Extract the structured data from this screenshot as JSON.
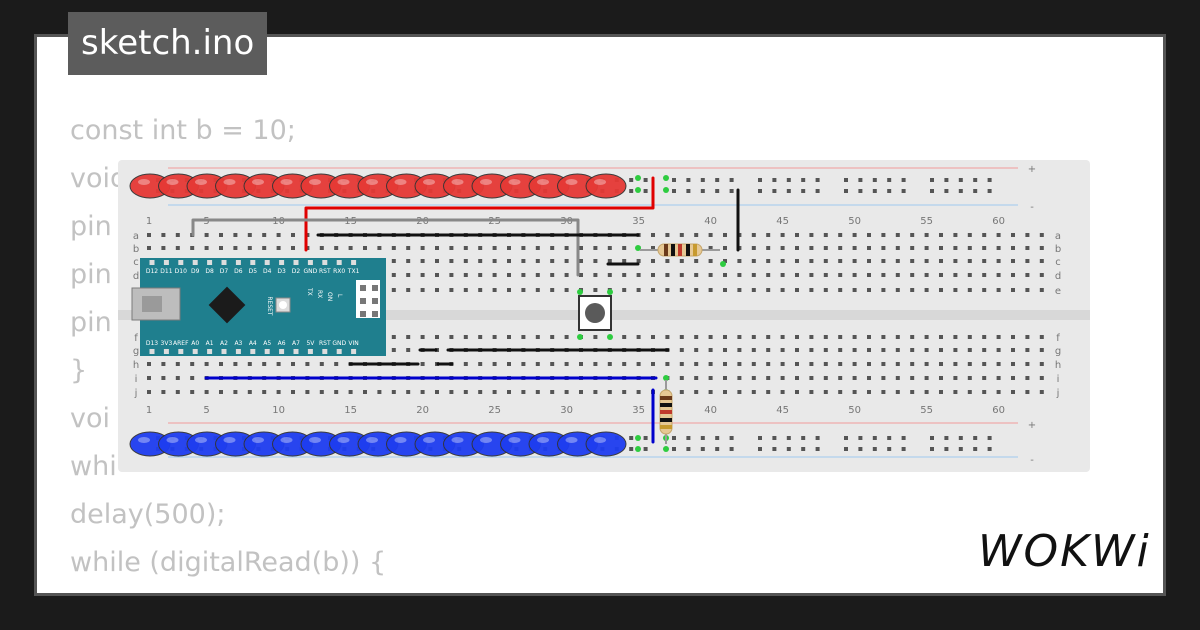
{
  "window": {
    "title": "sketch.ino"
  },
  "code_lines": [
    "const int b = 10;",
    "void",
    "pin",
    "pin",
    "pin",
    "}",
    "voi",
    "whi",
    "delay(500);",
    "while (digitalRead(b)) {"
  ],
  "logo": {
    "text": "WOKWi"
  },
  "breadboard": {
    "column_numbers": [
      "1",
      "5",
      "10",
      "15",
      "20",
      "25",
      "30",
      "35",
      "40",
      "45",
      "50",
      "55",
      "60"
    ],
    "row_letters_top": [
      "a",
      "b",
      "c",
      "d",
      "e"
    ],
    "row_letters_bottom": [
      "f",
      "g",
      "h",
      "i",
      "j"
    ],
    "rail_plus": "+",
    "rail_minus": "-"
  },
  "arduino": {
    "top_pins": [
      "D12",
      "D11",
      "D10",
      "D9",
      "D8",
      "D7",
      "D6",
      "D5",
      "D4",
      "D3",
      "D2",
      "GND",
      "RST",
      "RX0",
      "TX1"
    ],
    "bottom_pins": [
      "D13",
      "3V3",
      "AREF",
      "A0",
      "A1",
      "A2",
      "A3",
      "A4",
      "A5",
      "A6",
      "A7",
      "5V",
      "RST",
      "GND",
      "VIN"
    ],
    "reset_label": "RESET",
    "led_labels": [
      "TX",
      "RX",
      "ON",
      "L"
    ]
  },
  "leds": {
    "red_count": 17,
    "blue_count": 17
  },
  "colors": {
    "red_led": "#e53935",
    "blue_led": "#1e3df0",
    "arduino": "#1f7f8e",
    "breadboard": "#e9e9e9",
    "wire_red": "#e00000",
    "wire_blue": "#0000cc",
    "wire_black": "#111111",
    "wire_gray": "#888888",
    "pin_green": "#2ecc40"
  }
}
